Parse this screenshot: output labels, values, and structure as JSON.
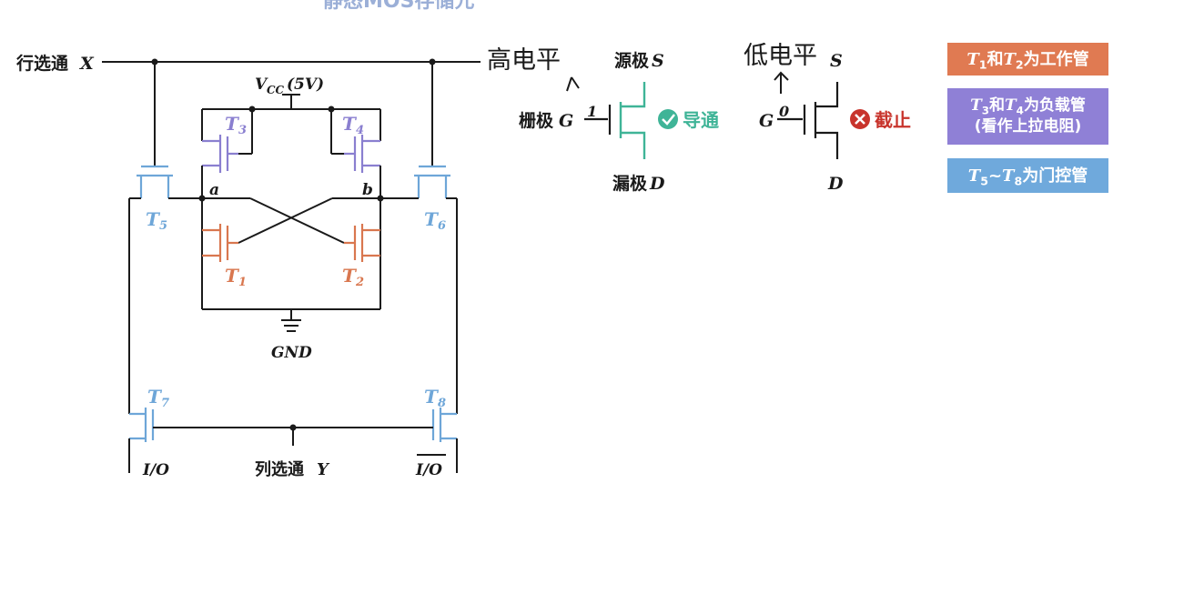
{
  "header_cut_text": "静态MOS存储元",
  "circuit": {
    "row_select": "行选通",
    "row_var": "X",
    "vcc": "V",
    "vcc_sub": "CC",
    "vcc_value": "(5V)",
    "node_a": "a",
    "node_b": "b",
    "gnd": "GND",
    "col_select": "列选通",
    "col_var": "Y",
    "io": "I/O",
    "io_bar": "I/O",
    "transistors": [
      {
        "id": "T3",
        "name": "T",
        "sub": "3"
      },
      {
        "id": "T4",
        "name": "T",
        "sub": "4"
      },
      {
        "id": "T5",
        "name": "T",
        "sub": "5"
      },
      {
        "id": "T6",
        "name": "T",
        "sub": "6"
      },
      {
        "id": "T1",
        "name": "T",
        "sub": "1"
      },
      {
        "id": "T2",
        "name": "T",
        "sub": "2"
      },
      {
        "id": "T7",
        "name": "T",
        "sub": "7"
      },
      {
        "id": "T8",
        "name": "T",
        "sub": "8"
      }
    ]
  },
  "mos_example_on": {
    "source_label": "源极",
    "source_var": "S",
    "gate_label": "栅极",
    "gate_var": "G",
    "drain_label": "漏极",
    "drain_var": "D",
    "gate_value": "1",
    "status": "导通",
    "status_color": "#3fb497"
  },
  "mos_example_off": {
    "source_var": "S",
    "gate_var": "G",
    "drain_var": "D",
    "gate_value": "0",
    "status": "截止",
    "status_color": "#c8342c"
  },
  "handwriting": {
    "high_level": "高电平",
    "low_level": "低电平"
  },
  "legend": [
    {
      "text_a": "T",
      "sub_a": "1",
      "mid": "和",
      "text_b": "T",
      "sub_b": "2",
      "tail": "为工作管",
      "color": "#e07a52"
    },
    {
      "text_a": "T",
      "sub_a": "3",
      "mid": "和",
      "text_b": "T",
      "sub_b": "4",
      "tail": "为负载管",
      "line2": "(看作上拉电阻)",
      "color": "#8f80d6"
    },
    {
      "text_a": "T",
      "sub_a": "5",
      "mid": "~",
      "text_b": "T",
      "sub_b": "8",
      "tail": "为门控管",
      "color": "#6fa9dc"
    }
  ]
}
